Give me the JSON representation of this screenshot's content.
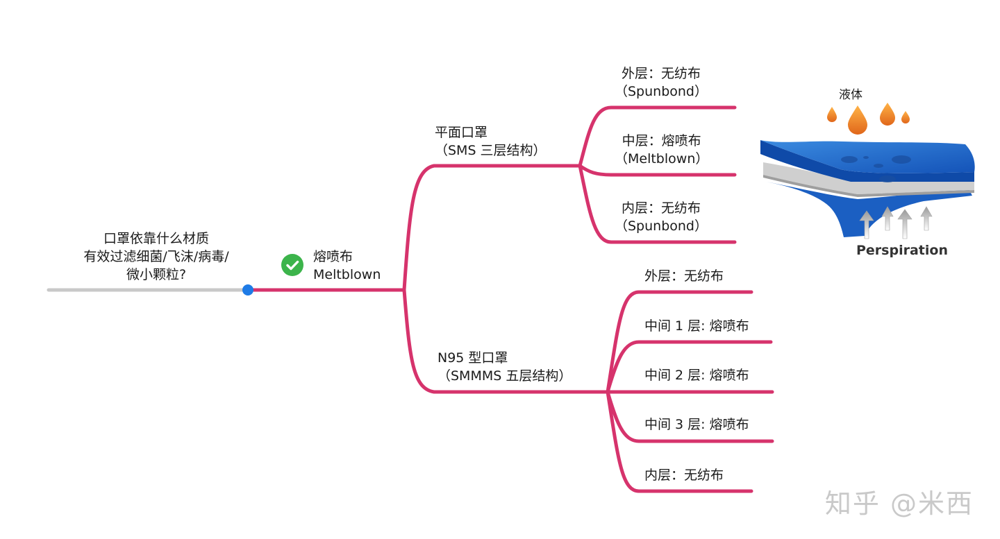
{
  "root": {
    "lines": [
      "口罩依靠什么材质",
      "有效过滤细菌/飞沫/病毒/",
      "微小颗粒?"
    ]
  },
  "topic": {
    "status_icon": "check-circle-icon",
    "lines": [
      "熔喷布",
      "Meltblown"
    ]
  },
  "branches": [
    {
      "lines": [
        "平面口罩",
        "（SMS 三层结构）"
      ],
      "children": [
        {
          "lines": [
            "外层：无纺布",
            "（Spunbond）"
          ]
        },
        {
          "lines": [
            "中层：熔喷布",
            "（Meltblown）"
          ]
        },
        {
          "lines": [
            "内层：无纺布",
            "（Spunbond）"
          ]
        }
      ]
    },
    {
      "lines": [
        "N95 型口罩",
        "（SMMMS 五层结构）"
      ],
      "children": [
        {
          "label": "外层：无纺布"
        },
        {
          "label": "中间 1 层: 熔喷布"
        },
        {
          "label": "中间 2 层: 熔喷布"
        },
        {
          "label": "中间 3 层: 熔喷布"
        },
        {
          "label": "内层：无纺布"
        }
      ]
    }
  ],
  "illustration": {
    "top_label": "液体",
    "bottom_label": "Perspiration"
  },
  "watermark": "知乎 @米西",
  "colors": {
    "branch": "#d6336c",
    "root_line": "#c8c8c8",
    "root_dot": "#1e7be6",
    "check": "#3cb44b"
  }
}
